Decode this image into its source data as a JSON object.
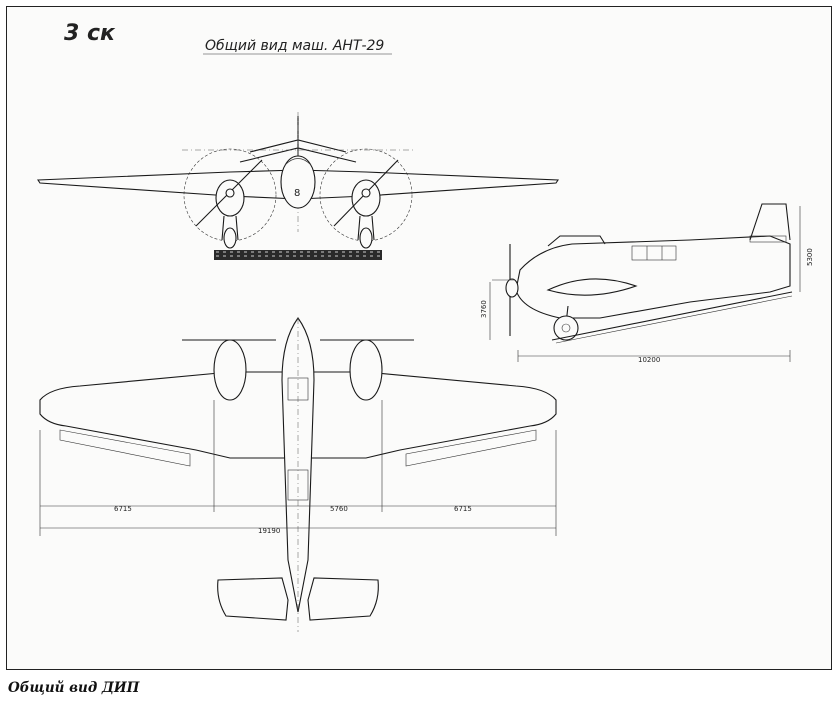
{
  "sheet": {
    "stamp": "3 ск",
    "title": "Общий вид маш. АНТ-29"
  },
  "dimensions": {
    "left_span": "6715",
    "center_span": "5760",
    "right_span": "6715",
    "total_span": "19190",
    "side_length": "10200",
    "side_height": "5300",
    "side_prop": "3760"
  },
  "caption": "Общий вид ДИП"
}
